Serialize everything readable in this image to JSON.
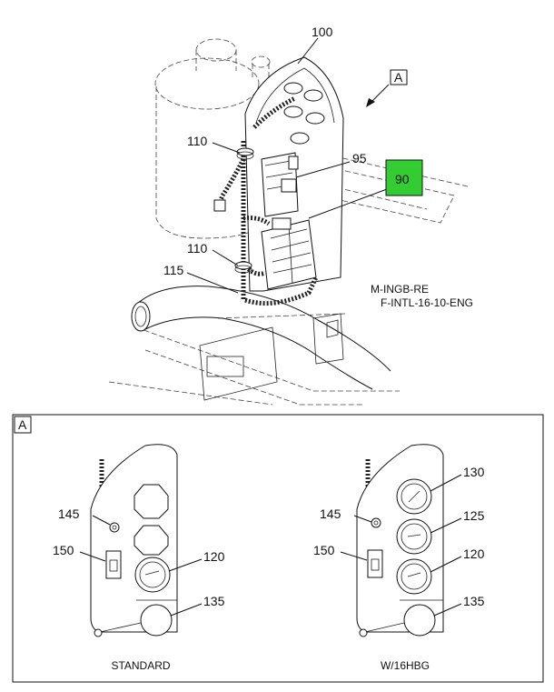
{
  "callouts": {
    "c100": "100",
    "c110a": "110",
    "c95": "95",
    "c90": "90",
    "c110b": "110",
    "c115": "115",
    "view_flag": "A",
    "detail_flag": "A",
    "s145": "145",
    "s150": "150",
    "s120": "120",
    "s135": "135",
    "h130": "130",
    "h125": "125",
    "h145": "145",
    "h150": "150",
    "h120": "120",
    "h135": "135"
  },
  "codes": {
    "line1": "M-INGB-RE",
    "line2": "F-INTL-16-10-ENG"
  },
  "captions": {
    "standard": "STANDARD",
    "w16hbg": "W/16HBG"
  },
  "colors": {
    "highlight": "#33cc33"
  }
}
